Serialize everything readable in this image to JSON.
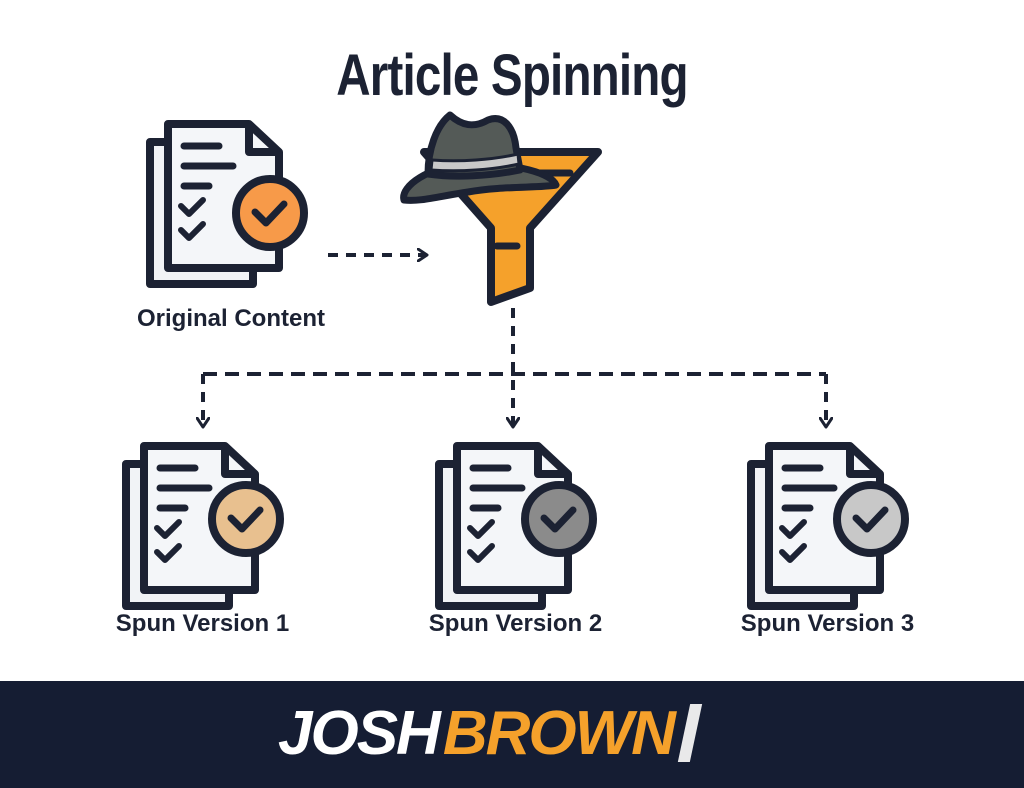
{
  "title": "Article Spinning",
  "nodes": {
    "original": {
      "label": "Original Content",
      "badge_color": "#f79a49"
    },
    "spun1": {
      "label": "Spun Version 1",
      "badge_color": "#e8c08f"
    },
    "spun2": {
      "label": "Spun Version 2",
      "badge_color": "#8b8b8b"
    },
    "spun3": {
      "label": "Spun Version 3",
      "badge_color": "#c8c8c8"
    }
  },
  "funnel": {
    "icon": "funnel-with-hat-icon",
    "funnel_color": "#f5a12b",
    "hat_color": "#545a57"
  },
  "footer": {
    "logo_first": "JOSH",
    "logo_second": "BROWN"
  },
  "colors": {
    "ink": "#1c2233",
    "footer_bg": "#151d33",
    "accent": "#f5a12b",
    "paper": "#f1f3f6"
  }
}
